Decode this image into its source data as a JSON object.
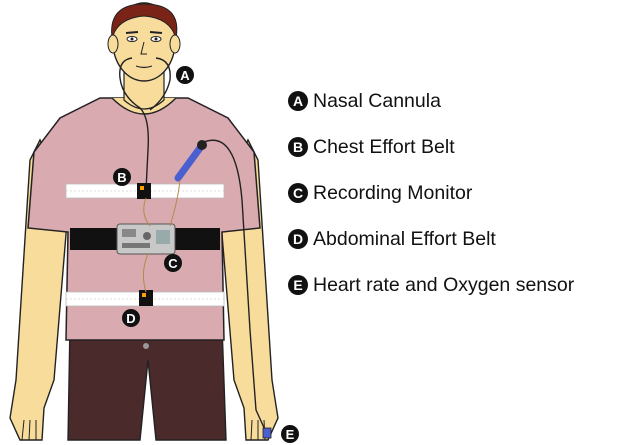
{
  "callouts": [
    {
      "letter": "A",
      "label": "Nasal Cannula"
    },
    {
      "letter": "B",
      "label": "Chest Effort Belt"
    },
    {
      "letter": "C",
      "label": "Recording Monitor"
    },
    {
      "letter": "D",
      "label": "Abdominal Effort Belt"
    },
    {
      "letter": "E",
      "label": "Heart rate and Oxygen sensor"
    }
  ],
  "colors": {
    "skin": "#f7dc9c",
    "hair": "#7a2418",
    "shirt": "#d9aab0",
    "shorts": "#4a2a2a",
    "belt_black": "#111111",
    "belt_white": "#ffffff",
    "sensor_blue": "#4a5fd0"
  }
}
